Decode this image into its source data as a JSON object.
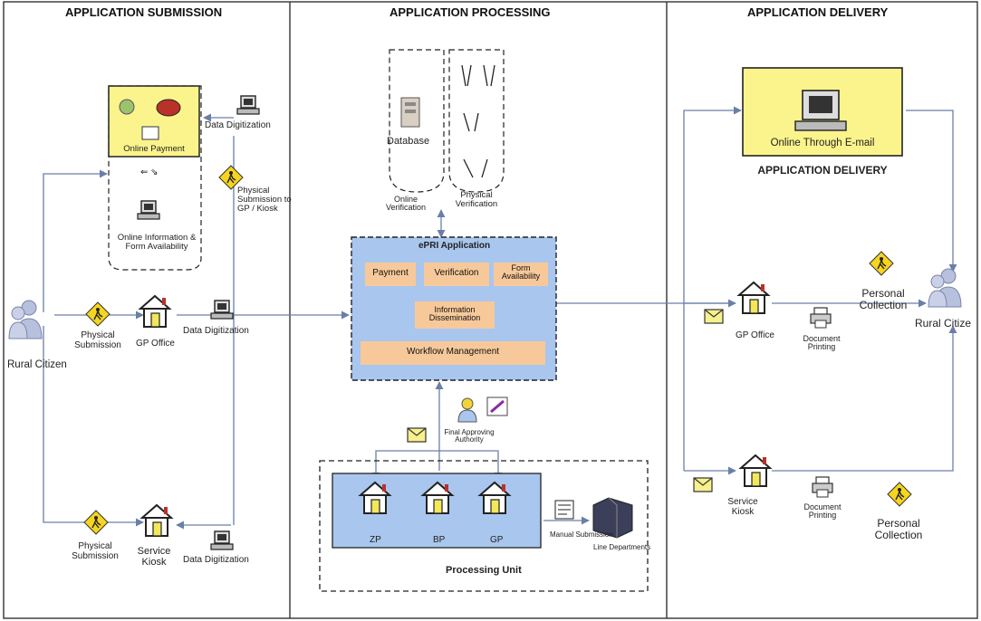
{
  "sections": {
    "submission": "APPLICATION SUBMISSION",
    "processing": "APPLICATION PROCESSING",
    "delivery": "APPLICATION DELIVERY"
  },
  "submission": {
    "online_payment": "Online Payment",
    "online_info": "Online Information &\nForm Availability",
    "data_digitization_top": "Data Digitization",
    "physical_submission_gp_kiosk": "Physical\nSubmission to\nGP / Kiosk",
    "rural_citizen": "Rural Citizen",
    "physical_submission_mid": "Physical\nSubmission",
    "gp_office": "GP Office",
    "data_digitization_mid": "Data Digitization",
    "physical_submission_bottom": "Physical\nSubmission",
    "service_kiosk": "Service\nKiosk",
    "data_digitization_bottom": "Data Digitization"
  },
  "processing": {
    "database": "Database",
    "online_verification": "Online\nVerification",
    "physical_verification": "Physical\nVerification",
    "epri_title": "ePRI Application",
    "payment": "Payment",
    "verification": "Verification",
    "form_availability": "Form\nAvailability",
    "information_dissemination": "Information\nDissemination",
    "workflow_management": "Workflow Management",
    "final_approving_authority": "Final Approving\nAuthority",
    "zp": "ZP",
    "bp": "BP",
    "gp": "GP",
    "manual_submission": "Manual Submission",
    "line_departments": "Line Departments",
    "processing_unit": "Processing Unit"
  },
  "delivery": {
    "online_email": "Online Through E-mail",
    "subheading": "APPLICATION DELIVERY",
    "personal_collection_top": "Personal\nCollection",
    "rural_citizen": "Rural Citize",
    "gp_office": "GP Office",
    "document_printing_top": "Document\nPrinting",
    "service_kiosk": "Service\nKiosk",
    "document_printing_bottom": "Document\nPrinting",
    "personal_collection_bottom": "Personal\nCollection"
  },
  "colors": {
    "blue_panel": "#a9c6ee",
    "orange_box": "#f7c99a",
    "yellow_box": "#fbf48c",
    "connector": "#6a7fa8",
    "border": "#333333",
    "dashed": "#222222",
    "house_door": "#f3e75a",
    "diamond": "#f5d51e"
  },
  "icons": [
    "person-icon",
    "house-icon",
    "computer-icon",
    "diamond-sign-icon",
    "envelope-icon",
    "printer-icon",
    "database-icon",
    "server-icon",
    "document-icon",
    "pen-icon"
  ]
}
